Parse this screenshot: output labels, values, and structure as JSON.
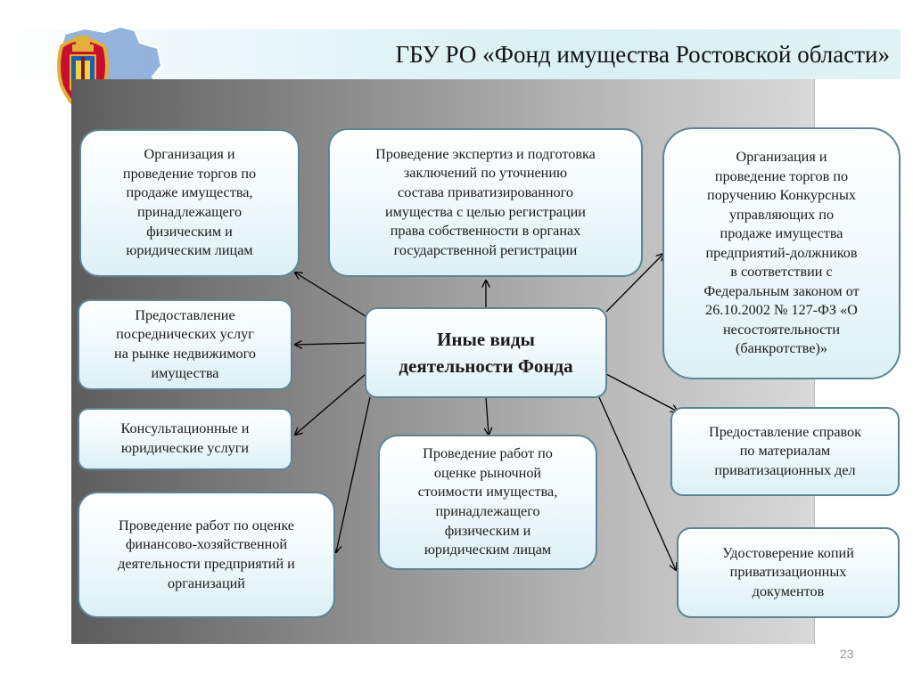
{
  "header": {
    "title": "ГБУ РО «Фонд имущества Ростовской области»"
  },
  "diagram": {
    "center": "Иные виды\nдеятельности Фонда",
    "activities": [
      "Организация и\nпроведение торгов по\nпродаже имущества,\nпринадлежащего\nфизическим и\nюридическим лицам",
      "Проведение экспертиз и подготовка\nзаключений по уточнению\nсостава приватизированного\nимущества с целью регистрации\nправа собственности в органах\nгосударственной регистрации",
      "Организация и\nпроведение торгов по\nпоручению Конкурсных\nуправляющих по\nпродаже имущества\nпредприятий-должников\nв соответствии с\nФедеральным законом от\n26.10.2002 № 127-ФЗ «О\nнесостоятельности\n(банкротстве)»",
      "Предоставление\nпосреднических услуг\nна рынке недвижимого\nимущества",
      "Консультационные и\nюридические услуги",
      "Проведение работ по оценке\nфинансово-хозяйственной\nдеятельности  предприятий и\nорганизаций",
      "Проведение работ по\nоценке рыночной\nстоимости имущества,\nпринадлежащего\nфизическим и\nюридическим лицам",
      "Предоставление справок\nпо материалам\nприватизационных дел",
      "Удостоверение копий\nприватизационных\nдокументов"
    ]
  },
  "footer": {
    "page_number": "23"
  },
  "colors": {
    "box_border": "#5b8595",
    "header_band": "#d9f0f4",
    "panel_dark": "#5c5c5c",
    "panel_light": "#d9d9d9"
  },
  "icons": {
    "emblem": "rostov-oblast-coat-of-arms-on-map"
  }
}
